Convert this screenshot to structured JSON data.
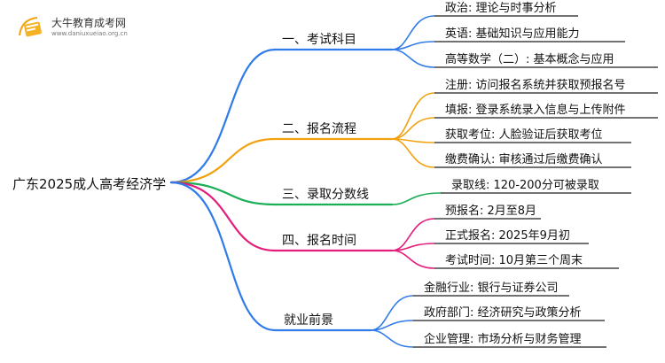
{
  "watermark": {
    "site_name": "大牛教育成考网",
    "site_url": "www.daniuxueiao.org.cn"
  },
  "colors": {
    "blue": "#2F7BEA",
    "orange": "#F2A10F",
    "green": "#1BAE56",
    "pink": "#E41C7B",
    "underline": "#1d1d1d",
    "text": "#111111"
  },
  "root": {
    "label": "广东2025成人高考经济学"
  },
  "branches": [
    {
      "label": "一、考试科目",
      "color_key": "blue",
      "leaves": [
        "政治: 理论与时事分析",
        "英语: 基础知识与应用能力",
        "高等数学（二）: 基本概念与应用"
      ]
    },
    {
      "label": "二、报名流程",
      "color_key": "orange",
      "leaves": [
        "注册: 访问报名系统并获取预报名号",
        "填报: 登录系统录入信息与上传附件",
        "获取考位: 人脸验证后获取考位",
        "缴费确认: 审核通过后缴费确认"
      ]
    },
    {
      "label": "三、录取分数线",
      "color_key": "green",
      "leaves": [
        "录取线: 120-200分可被录取"
      ]
    },
    {
      "label": "四、报名时间",
      "color_key": "pink",
      "leaves": [
        "预报名: 2月至8月",
        "正式报名: 2025年9月初",
        "考试时间: 10月第三个周末"
      ]
    },
    {
      "label": "就业前景",
      "color_key": "blue",
      "leaves": [
        "金融行业: 银行与证券公司",
        "政府部门: 经济研究与政策分析",
        "企业管理: 市场分析与财务管理"
      ]
    }
  ]
}
